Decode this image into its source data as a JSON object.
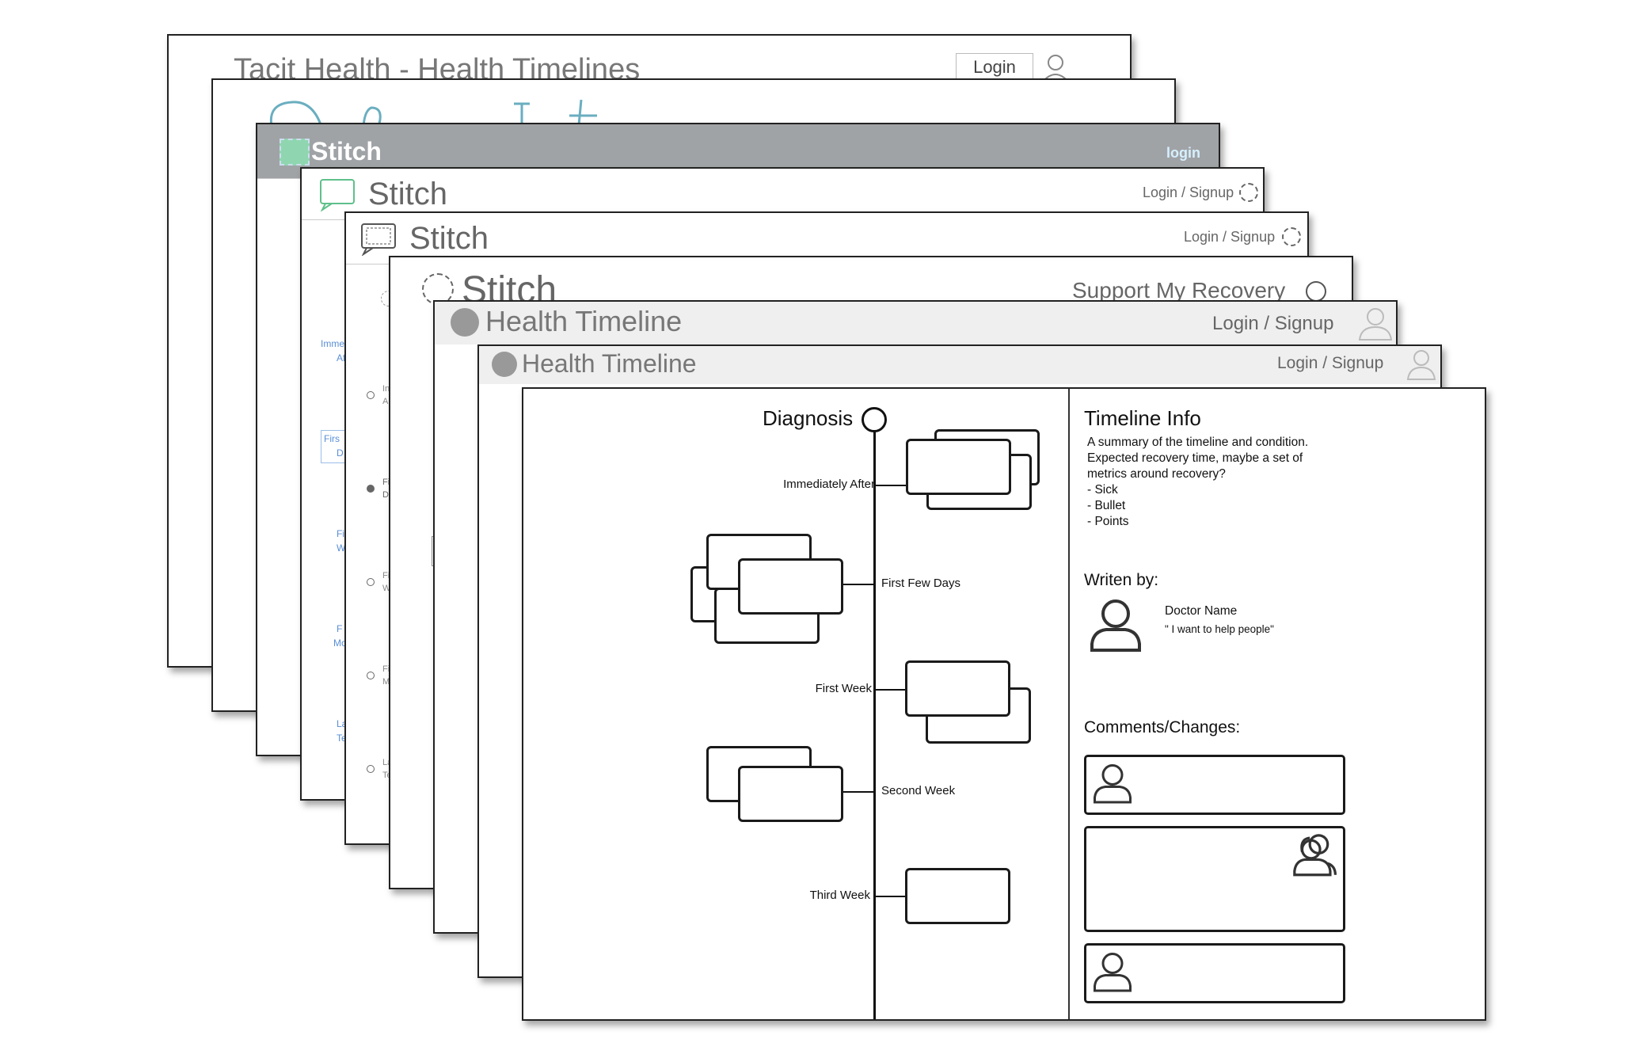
{
  "sheet1": {
    "title": "Tacit Health - Health Timelines",
    "login_label": "Login"
  },
  "sheet3": {
    "brand": "Stitch",
    "login_label": "login"
  },
  "sheet4": {
    "brand": "Stitch",
    "login_label": "Login / Signup"
  },
  "sheet5": {
    "brand": "Stitch",
    "login_label": "Login / Signup"
  },
  "sheet6": {
    "brand": "Stitch",
    "action_label": "Support My Recovery"
  },
  "sheet7": {
    "title": "Health Timeline",
    "login_label": "Login / Signup"
  },
  "sheet8": {
    "title": "Health Timeline",
    "login_label": "Login / Signup"
  },
  "fragments": [
    "Imme",
    "Af",
    "Firs",
    "D",
    "Fi",
    "W",
    "F",
    "Mo",
    "La",
    "Te",
    "In",
    "A",
    "Fi",
    "D",
    "Fi",
    "W",
    "Fi",
    "M",
    "La",
    "Te"
  ],
  "timeline": {
    "root_label": "Diagnosis",
    "stages": [
      "Immediately After",
      "First Few Days",
      "First Week",
      "Second Week",
      "Third Week"
    ]
  },
  "info": {
    "heading": "Timeline Info",
    "summary_lines": [
      "A summary of the timeline and condition.",
      "Expected recovery time, maybe a set of",
      "metrics around recovery?",
      "- Sick",
      "- Bullet",
      "- Points"
    ],
    "written_by_label": "Writen by:",
    "author_name": "Doctor Name",
    "author_quote": "\" I want to help people\"",
    "comments_label": "Comments/Changes:"
  },
  "colors": {
    "accent_blue": "#5a8fd6",
    "header_gray": "#a0a3a6",
    "brand_green": "#8fd6b0",
    "header_light": "#efefef"
  }
}
